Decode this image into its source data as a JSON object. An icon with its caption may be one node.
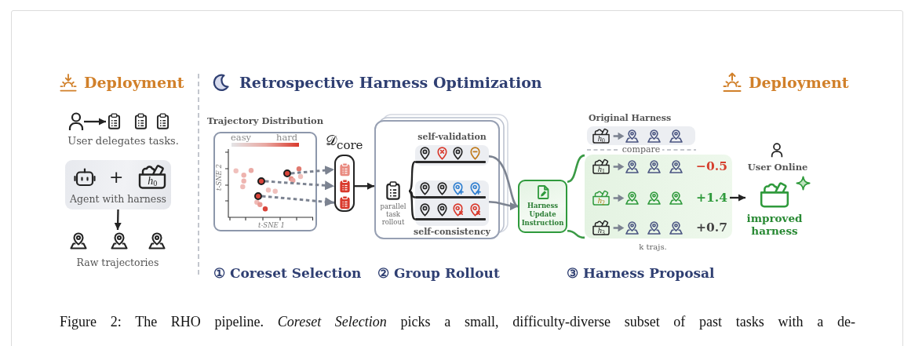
{
  "diagram": {
    "caption": "Figure 2: The RHO pipeline. *Coreset Selection* picks a small, difficulty-diverse subset of past tasks with a de-",
    "nodes": [
      {
        "text": [],
        "shape": "person"
      },
      {
        "text": [],
        "shape": "picture"
      },
      {
        "text": [
          "+",
          "*h*$_{0}$",
          "Agent with harness"
        ]
      },
      {
        "text": [
          "Raw trajectories"
        ]
      },
      {
        "text": [
          "Trajectory Distribution",
          "easy",
          "hard",
          "t-SNE 2",
          "t-SNE 1"
        ]
      },
      {
        "text": [],
        "shape": "circle",
        "in": 4
      },
      {
        "text": [],
        "shape": "circle",
        "in": 4
      },
      {
        "text": [],
        "shape": "circle",
        "in": 4
      },
      {
        "text": [
          "𝒟$_{core}$"
        ]
      },
      {
        "text": [],
        "shape": "box"
      },
      {
        "text": [
          "parallel task rollout"
        ],
        "in": 9
      },
      {
        "text": [
          "self-validation"
        ],
        "in": 9
      },
      {
        "text": [
          "self-consistency"
        ],
        "in": 9
      },
      {
        "text": [
          "Harness Update Instruction"
        ]
      },
      {
        "text": [
          "Original Harness",
          "*h*$_{0}$"
        ]
      },
      {
        "text": [],
        "shape": "box"
      },
      {
        "text": [
          "*h*$_{1}$",
          "−0.5"
        ],
        "in": 15
      },
      {
        "text": [
          "*h*$_{2}$",
          "+1.4"
        ],
        "in": 15
      },
      {
        "text": [
          "*h*$_{3}$",
          "+0.7"
        ],
        "in": 15
      },
      {
        "text": [
          "improved harness"
        ]
      }
    ],
    "edges": [
      {
        "from": 0,
        "to": 1,
        "arrow": "to"
      },
      {
        "from": 2,
        "to": 3,
        "arrow": "to"
      },
      {
        "from": 5,
        "to": 8,
        "arrow": "to",
        "style": "dashed",
        "color": "#7c8391"
      },
      {
        "from": 6,
        "to": 8,
        "arrow": "to",
        "style": "dashed",
        "color": "#7c8391"
      },
      {
        "from": 7,
        "to": 8,
        "arrow": "to",
        "style": "dashed",
        "color": "#7c8391"
      },
      {
        "from": 8,
        "to": 9,
        "arrow": "to"
      },
      {
        "from": 10,
        "to": 11,
        "arrow": "none"
      },
      {
        "from": 10,
        "to": 12,
        "arrow": "none"
      },
      {
        "from": 10,
        "to": 12,
        "arrow": "none"
      },
      {
        "from": 11,
        "to": 13,
        "arrow": "to",
        "color": "#7c8391"
      },
      {
        "from": 12,
        "to": 13,
        "arrow": "to",
        "color": "#7c8391"
      },
      {
        "from": 13,
        "to": 15,
        "arrow": "none",
        "color": "#3a9a45"
      },
      {
        "from": 13,
        "to": 15,
        "arrow": "none",
        "color": "#3a9a45"
      },
      {
        "from": 17,
        "to": 19,
        "arrow": "to"
      }
    ],
    "labels": [
      "Deployment",
      "Retrospective Harness Optimization",
      "Deployment",
      "User delegates tasks.",
      "compare",
      "User Online",
      "k trajs.",
      "① Coreset Selection",
      "② Group Rollout",
      "③ Harness Proposal"
    ]
  }
}
